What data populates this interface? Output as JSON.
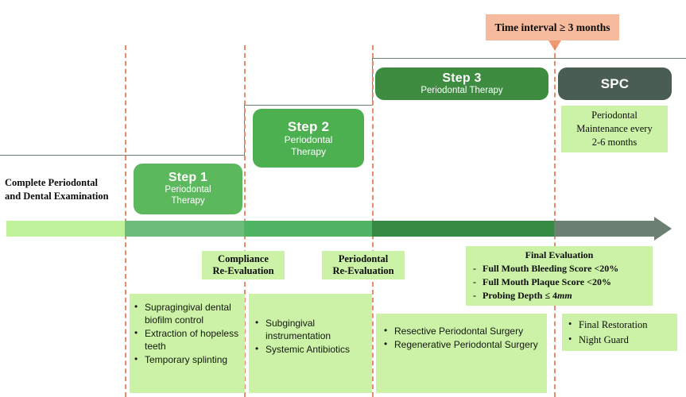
{
  "title": "Periodontal Therapy Stepwise Treatment Timeline",
  "colors": {
    "dash_line": "#e98a6c",
    "rail": "#6f7f73",
    "step1": "#5cb85c",
    "step2": "#4caf50",
    "step3": "#3d8c40",
    "spc": "#4a5d52",
    "panel_green": "#ccf2a8",
    "note_peach": "#f6bb9c",
    "tl_seg1": "#bff29a",
    "tl_seg2": "#6cbd79",
    "tl_seg3": "#4fb463",
    "tl_seg4": "#368a43",
    "tl_seg5": "#6b8072"
  },
  "note": {
    "text": "Time interval ≥ 3 months",
    "icon": "down-arrow-icon"
  },
  "examination": {
    "line1": "Complete Periodontal",
    "line2": "and Dental Examination"
  },
  "steps": [
    {
      "id": "step-1",
      "title": "Step 1",
      "subtitle_lines": [
        "Periodontal",
        "Therapy"
      ],
      "color": "#5cb85c"
    },
    {
      "id": "step-2",
      "title": "Step 2",
      "subtitle_lines": [
        "Periodontal",
        "Therapy"
      ],
      "color": "#4caf50"
    },
    {
      "id": "step-3",
      "title": "Step 3",
      "subtitle_lines": [
        "Periodontal Therapy"
      ],
      "color": "#3d8c40"
    },
    {
      "id": "spc",
      "title": "SPC",
      "subtitle_lines": [],
      "color": "#4a5d52"
    }
  ],
  "spc_maintenance": {
    "line1": "Periodontal",
    "line2": "Maintenance every",
    "line3": "2-6 months"
  },
  "evaluations": [
    {
      "id": "compliance",
      "line1": "Compliance",
      "line2": "Re-Evaluation"
    },
    {
      "id": "periodontal",
      "line1": "Periodontal",
      "line2": "Re-Evaluation"
    }
  ],
  "final_evaluation": {
    "heading": "Final Evaluation",
    "items": [
      "Full Mouth Bleeding Score <20%",
      "Full Mouth Plaque Score <20%",
      "Probing Depth ≤ 4"
    ],
    "unit_italic": "mm"
  },
  "treatments": [
    {
      "id": "step1-treatments",
      "items": [
        "Supragingival dental biofilm control",
        "Extraction of hopeless teeth",
        "Temporary splinting"
      ]
    },
    {
      "id": "step2-treatments",
      "items": [
        "Subgingival instrumentation",
        "Systemic Antibiotics"
      ]
    },
    {
      "id": "step3-treatments",
      "items": [
        "Resective Periodontal Surgery",
        "Regenerative Periodontal Surgery"
      ]
    },
    {
      "id": "spc-treatments",
      "items": [
        "Final Restoration",
        "Night Guard"
      ]
    }
  ],
  "timeline": {
    "name": "treatment-progression-arrow",
    "segments": [
      "examination",
      "step-1",
      "step-2",
      "step-3",
      "spc"
    ]
  }
}
